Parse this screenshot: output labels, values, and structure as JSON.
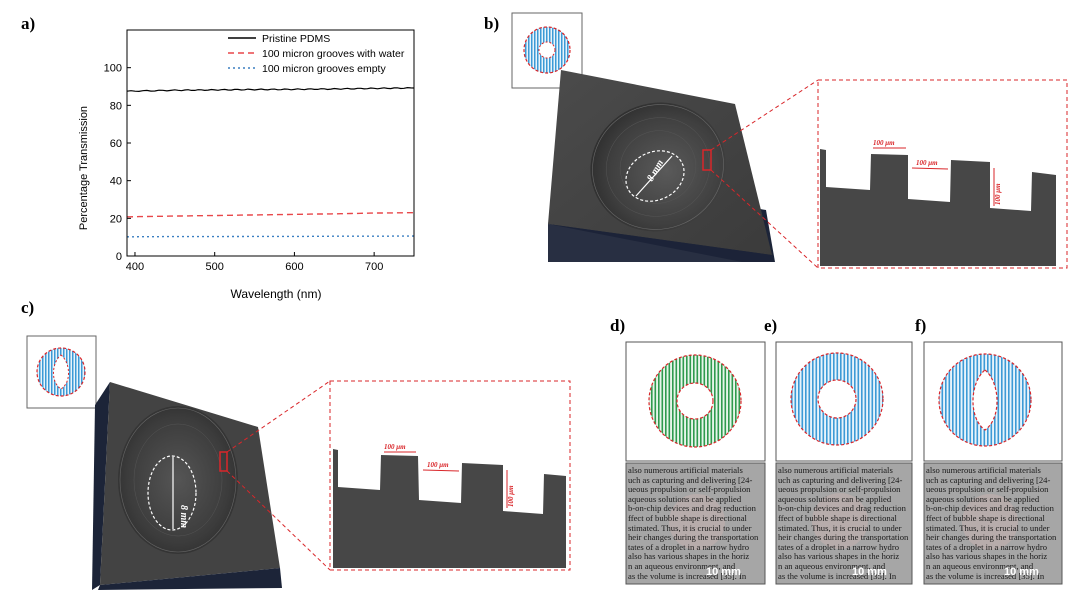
{
  "labels": {
    "a": "a)",
    "b": "b)",
    "c": "c)",
    "d": "d)",
    "e": "e)",
    "f": "f)"
  },
  "dims": {
    "groove": "100 μm",
    "diameter": "8 mm",
    "scale": "10 mm"
  },
  "colors": {
    "pristine": "#000000",
    "water": "#e8474a",
    "empty": "#3a7fc1",
    "groove_blue": "#3c9ad6",
    "groove_green": "#2e9a4e",
    "dashed_red": "#d9262a",
    "block": "#454545",
    "block_side": "#1c2438"
  },
  "text_fragments": [
    "also numerous artificial materials",
    "uch as capturing and delivering [24-",
    "ueous propulsion or self-propulsion",
    "aqueous solutions can be applied",
    "b-on-chip devices and drag reduction",
    "ffect of bubble shape is directional",
    "stimated. Thus, it is crucial to under",
    "heir changes during the transportation",
    "tates of a droplet in a narrow hydro",
    "also has various shapes in the horiz",
    "n an aqueous environment, and",
    "as the volume is increased [35]. In"
  ],
  "chart_data": {
    "type": "line",
    "x": [
      390,
      450,
      500,
      550,
      600,
      650,
      700,
      750
    ],
    "series": [
      {
        "name": "Pristine PDMS",
        "values": [
          87.5,
          88.0,
          88.2,
          88.4,
          88.5,
          88.7,
          89.0,
          89.2
        ],
        "color": "#000000",
        "style": "solid"
      },
      {
        "name": "100 micron grooves with water",
        "values": [
          20.8,
          21.2,
          21.5,
          21.8,
          22.1,
          22.4,
          22.8,
          23.0
        ],
        "color": "#e8474a",
        "style": "dashed"
      },
      {
        "name": "100 micron grooves empty",
        "values": [
          10.2,
          10.3,
          10.3,
          10.4,
          10.4,
          10.5,
          10.5,
          10.6
        ],
        "color": "#3a7fc1",
        "style": "dotted"
      }
    ],
    "xlabel": "Wavelength (nm)",
    "ylabel": "Percentage Transmission",
    "xlim": [
      390,
      750
    ],
    "ylim": [
      0,
      120
    ],
    "xticks": [
      400,
      500,
      600,
      700
    ],
    "yticks": [
      0,
      20,
      40,
      60,
      80,
      100
    ],
    "legend_position": "top-right",
    "grid": false
  }
}
